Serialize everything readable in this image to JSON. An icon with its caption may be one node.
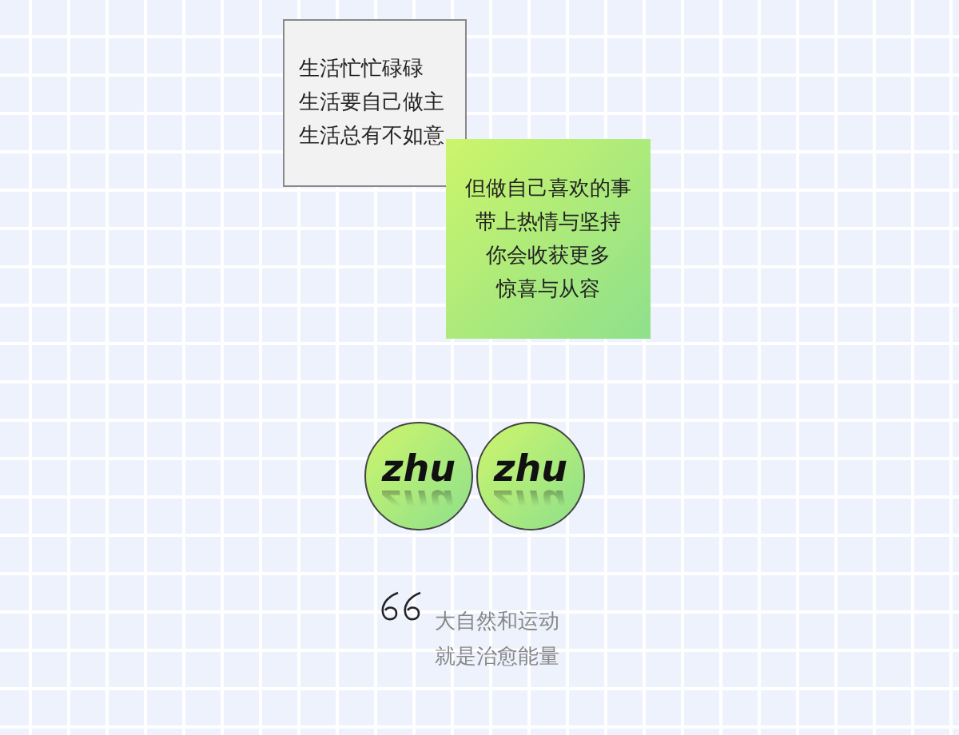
{
  "diagram": {
    "nodes": [
      {
        "text": [
          "生活忙忙碌碌",
          "生活要自己做主",
          "生活总有不如意"
        ]
      },
      {
        "text": [
          "但做自己喜欢的事",
          "带上热情与坚持",
          "你会收获更多",
          "惊喜与从容"
        ]
      },
      {
        "text": [
          "zhu"
        ]
      },
      {
        "text": [
          "zhu"
        ]
      }
    ],
    "labels": [
      "大自然和运动就是治愈能量"
    ]
  }
}
